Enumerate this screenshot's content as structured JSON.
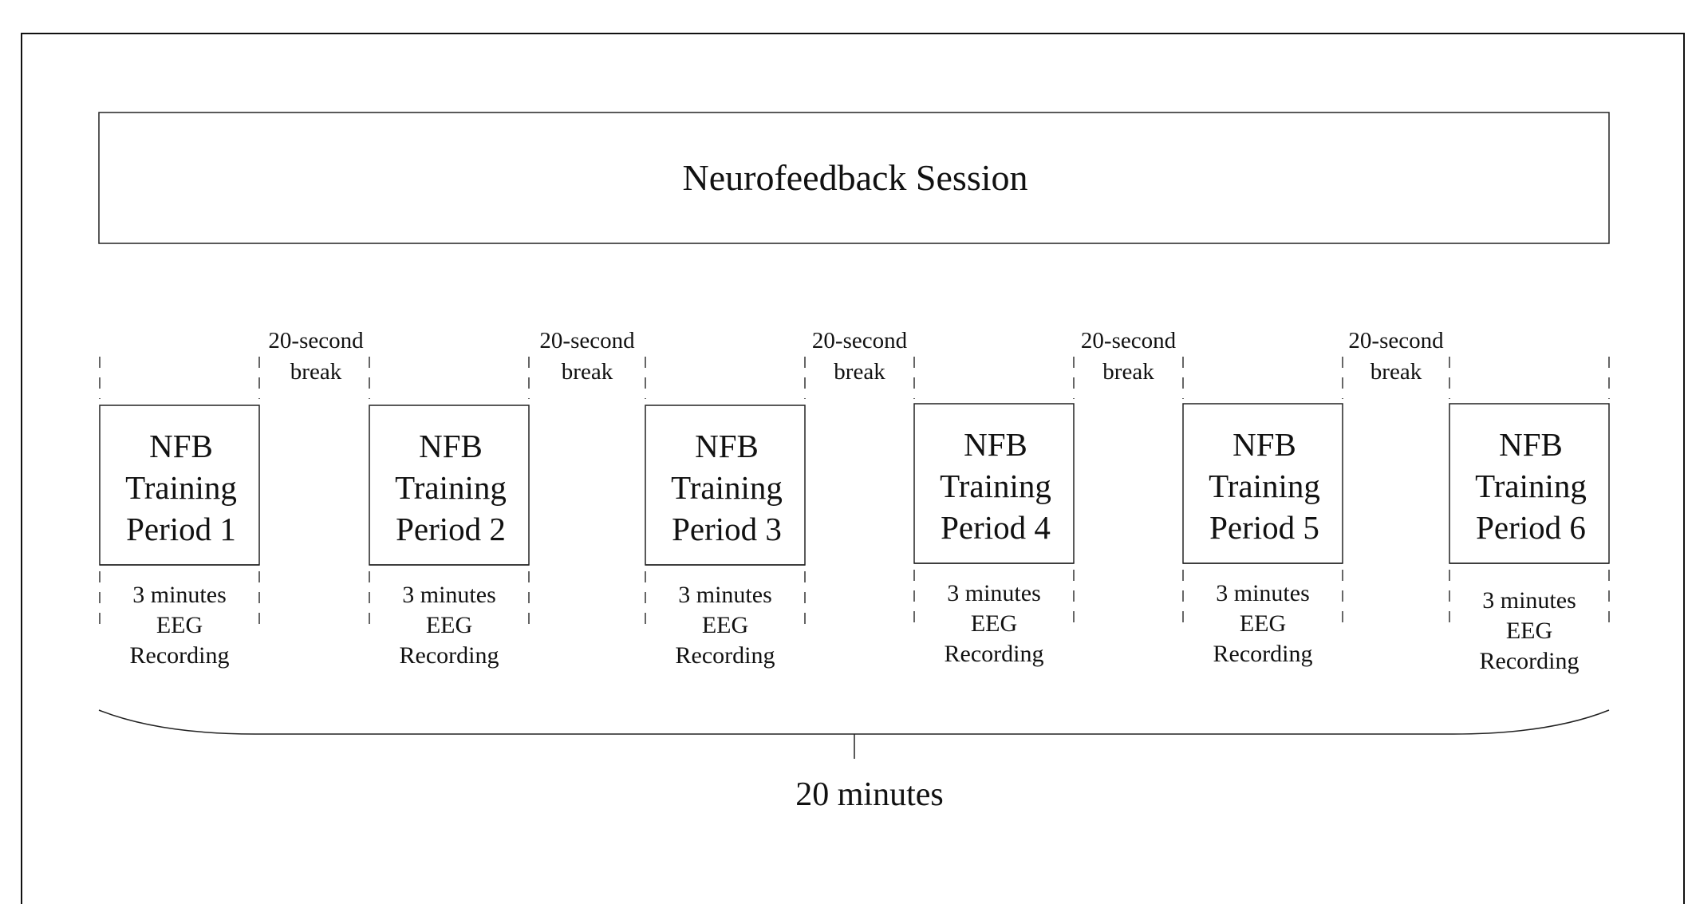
{
  "session": {
    "title": "Neurofeedback Session"
  },
  "periods": [
    {
      "title_lines": [
        "NFB",
        "Training",
        "Period 1"
      ],
      "recording_lines": [
        "3 minutes",
        "EEG",
        "Recording"
      ]
    },
    {
      "title_lines": [
        "NFB",
        "Training",
        "Period 2"
      ],
      "recording_lines": [
        "3 minutes",
        "EEG",
        "Recording"
      ]
    },
    {
      "title_lines": [
        "NFB",
        "Training",
        "Period 3"
      ],
      "recording_lines": [
        "3 minutes",
        "EEG",
        "Recording"
      ]
    },
    {
      "title_lines": [
        "NFB",
        "Training",
        "Period 4"
      ],
      "recording_lines": [
        "3 minutes",
        "EEG",
        "Recording"
      ]
    },
    {
      "title_lines": [
        "NFB",
        "Training",
        "Period 5"
      ],
      "recording_lines": [
        "3 minutes",
        "EEG",
        "Recording"
      ]
    },
    {
      "title_lines": [
        "NFB",
        "Training",
        "Period 6"
      ],
      "recording_lines": [
        "3 minutes",
        "EEG",
        "Recording"
      ]
    }
  ],
  "breaks": [
    {
      "lines": [
        "20-second",
        "break"
      ]
    },
    {
      "lines": [
        "20-second",
        "break"
      ]
    },
    {
      "lines": [
        "20-second",
        "break"
      ]
    },
    {
      "lines": [
        "20-second",
        "break"
      ]
    },
    {
      "lines": [
        "20-second",
        "break"
      ]
    }
  ],
  "total": {
    "label": "20 minutes"
  }
}
